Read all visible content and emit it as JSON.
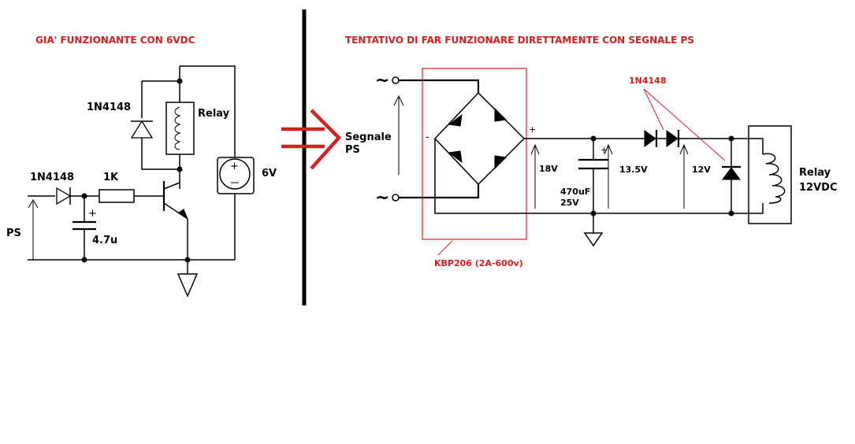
{
  "left": {
    "title": "GIA' FUNZIONANTE CON 6VDC",
    "diode_top": "1N4148",
    "relay": "Relay",
    "diode_input": "1N4148",
    "resistor": "1K",
    "capacitor": "4.7u",
    "input": "PS",
    "supply": "6V"
  },
  "separator_label": {
    "line1": "Segnale",
    "line2": "PS"
  },
  "right": {
    "title": "TENTATIVO DI FAR FUNZIONARE DIRETTAMENTE  CON SEGNALE PS",
    "ac_symbol_top": "~",
    "ac_symbol_bottom": "~",
    "bridge_minus": "-",
    "bridge_plus": "+",
    "bridge_label": "KBP206 (2A-600v)",
    "voltage_bridge": "18V",
    "cap_plus": "+",
    "cap_value": "470uF",
    "cap_voltage": "25V",
    "voltage_cap": "13.5V",
    "diodes_label": "1N4148",
    "voltage_relay": "12V",
    "relay_line1": "Relay",
    "relay_line2": "12VDC"
  },
  "colors": {
    "annotation": "#d42020",
    "wire": "#000000"
  }
}
